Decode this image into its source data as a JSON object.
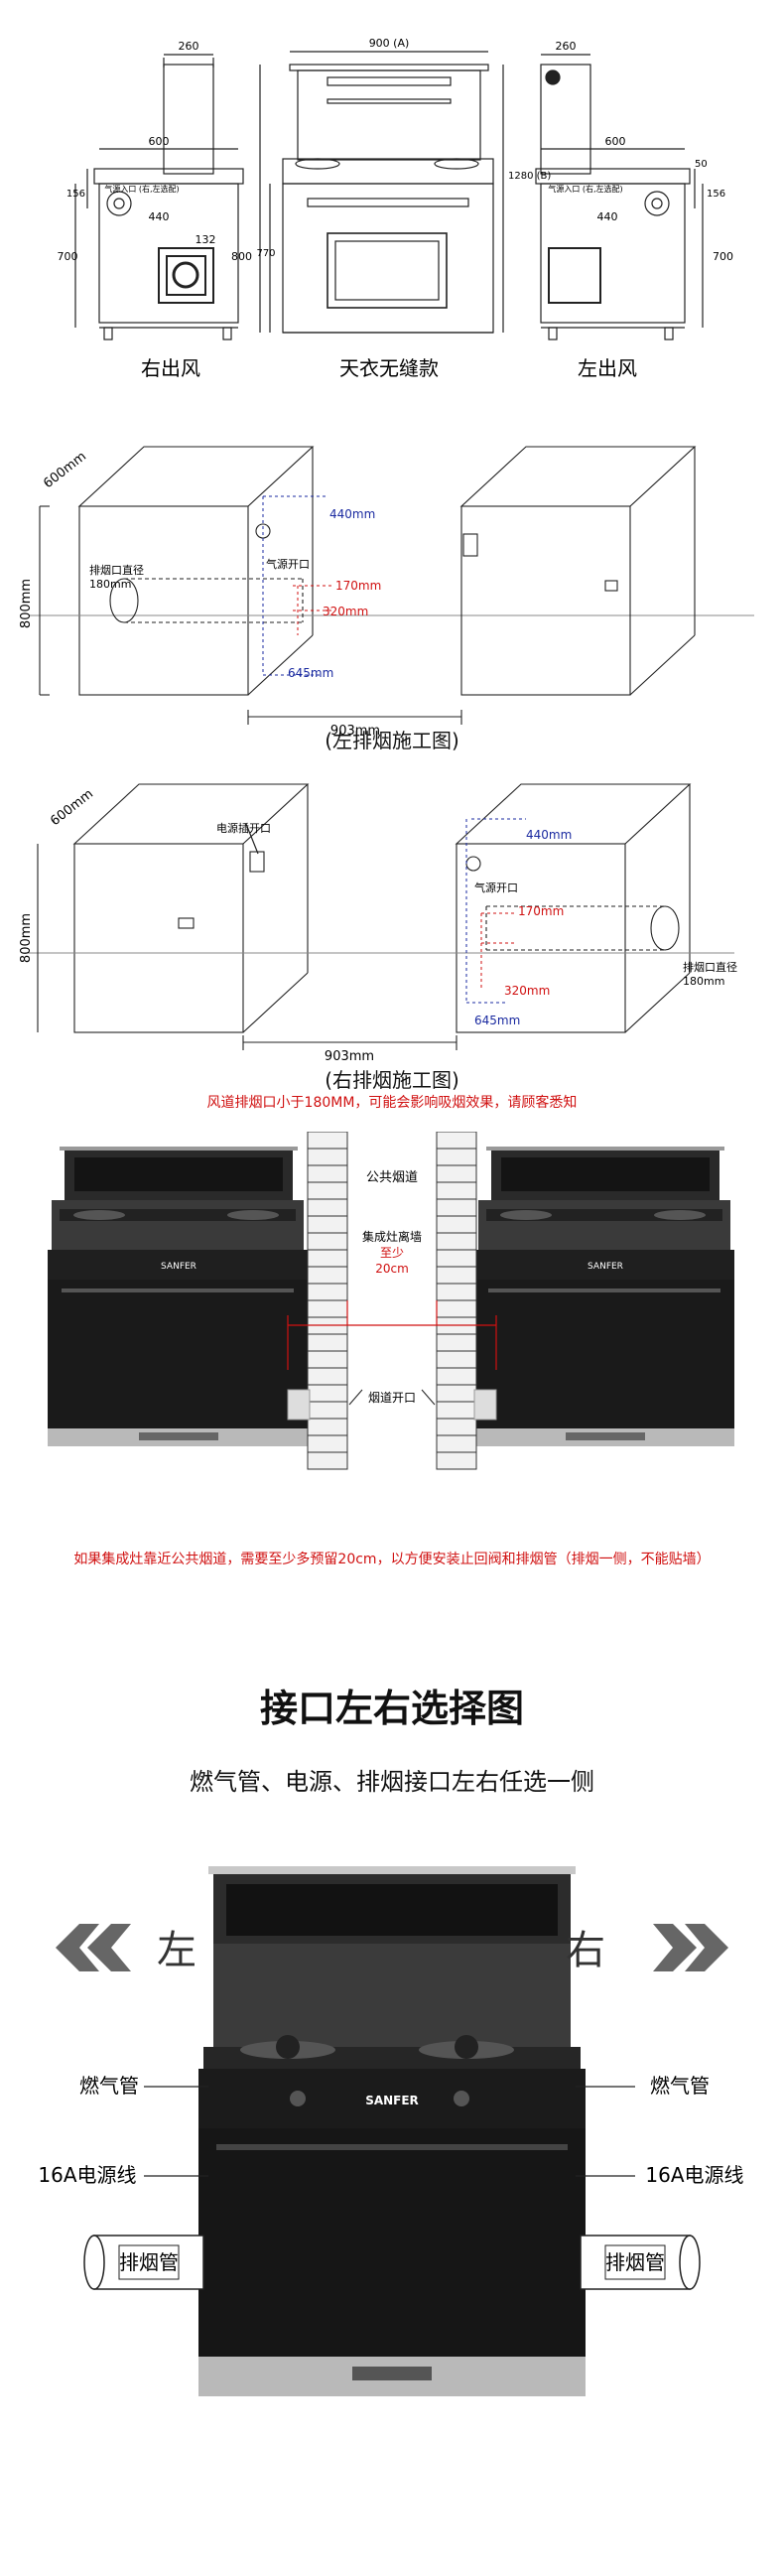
{
  "s1": {
    "dim_260_left": "260",
    "dim_900": "900 (A)",
    "dim_260_right": "260",
    "dim_600_left": "600",
    "dim_600_right": "600",
    "dim_156_left": "156",
    "dim_156_right": "156",
    "dim_440_left": "440",
    "dim_440_right": "440",
    "dim_132": "132",
    "dim_700_left": "700",
    "dim_700_right": "700",
    "dim_800": "800",
    "dim_770": "770",
    "dim_1280": "1280 (B)",
    "dim_50": "50",
    "gas_label_left": "气源入口 (右,左选配)",
    "gas_label_right": "气源入口 (右,左选配)",
    "cap_left": "右出风",
    "cap_mid": "天衣无缝款",
    "cap_right": "左出风"
  },
  "s2": {
    "dim_600": "600mm",
    "dim_800": "800mm",
    "outlet_label_1": "排烟口直径",
    "outlet_label_2": "180mm",
    "gas_label": "气源开口",
    "d440": "440mm",
    "d170": "170mm",
    "d320": "320mm",
    "d645": "645mm",
    "d903": "903mm",
    "caption": "(左排烟施工图)"
  },
  "s3": {
    "dim_600": "600mm",
    "dim_800": "800mm",
    "power_label": "电源插开口",
    "gas_label": "气源开口",
    "d440": "440mm",
    "d170": "170mm",
    "d320": "320mm",
    "d645": "645mm",
    "d903": "903mm",
    "outlet_label_1": "排烟口直径",
    "outlet_label_2": "180mm",
    "caption": "(右排烟施工图)",
    "warning": "风道排烟口小于180MM，可能会影响吸烟效果，请顾客悉知"
  },
  "s4": {
    "public_flue": "公共烟道",
    "distance_label_1": "集成灶离墙",
    "distance_label_2": "至少",
    "distance_label_3": "20cm",
    "flue_opening": "烟道开口",
    "brand": "SANFER",
    "note": "如果集成灶靠近公共烟道，需要至少多预留20cm，以方便安装止回阀和排烟管（排烟一侧，不能贴墙）"
  },
  "s5": {
    "title": "接口左右选择图",
    "subtitle": "燃气管、电源、排烟接口左右任选一侧",
    "left": "左",
    "right": "右",
    "gas_left": "燃气管",
    "gas_right": "燃气管",
    "power_left": "16A电源线",
    "power_right": "16A电源线",
    "exhaust_left": "排烟管",
    "exhaust_right": "排烟管",
    "brand": "SANFER"
  },
  "colors": {
    "red": "#d01010",
    "blue": "#1a2aa0",
    "stove_black": "#1c1c1c",
    "steel": "#b9b9b9",
    "arrow_grey": "#666666"
  }
}
